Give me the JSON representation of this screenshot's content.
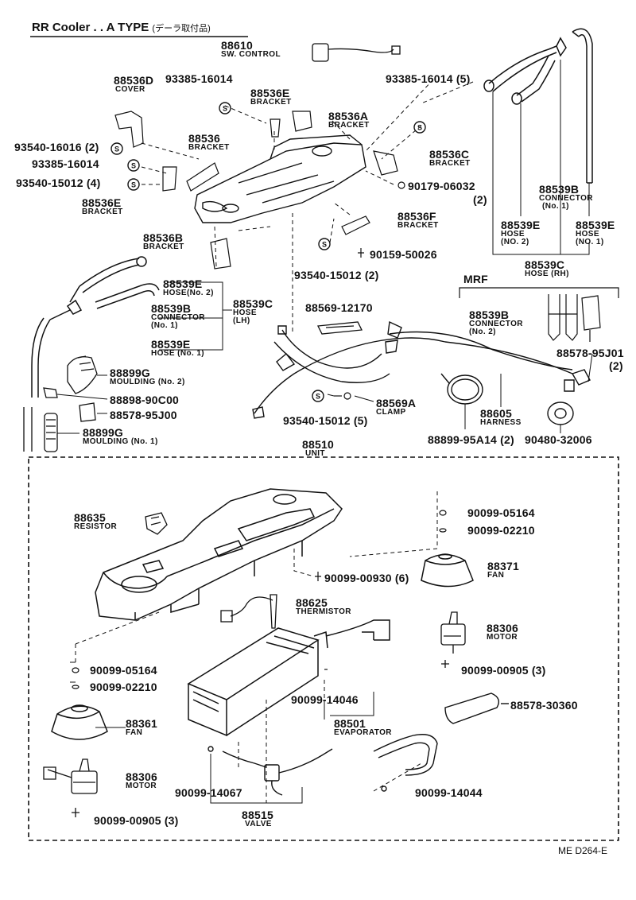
{
  "title": "RR Cooler . . A TYPE",
  "title_note": "(デーラ取付品)",
  "mrf_label": "MRF",
  "footer_code": "ME  D264-E",
  "s_mark": "S",
  "labels": {
    "l88610": {
      "pn": "88610",
      "name": "SW. CONTROL"
    },
    "l93385a": {
      "pn": "93385-16014"
    },
    "l88536E_top": {
      "pn": "88536E",
      "name": "BRACKET"
    },
    "l88536D": {
      "pn": "88536D",
      "name": "COVER"
    },
    "l88536A": {
      "pn": "88536A",
      "name": "BRACKET"
    },
    "l93385b": {
      "pn": "93385-16014 (5)"
    },
    "l93540a": {
      "pn": "93540-16016 (2)"
    },
    "l93385c": {
      "pn": "93385-16014"
    },
    "l93540b": {
      "pn": "93540-15012 (4)"
    },
    "l88536": {
      "pn": "88536",
      "name": "BRACKET"
    },
    "l88536C": {
      "pn": "88536C",
      "name": "BRACKET"
    },
    "l90179": {
      "pn": "90179-06032",
      "qty": "(2)"
    },
    "l88536E_left": {
      "pn": "88536E",
      "name": "BRACKET"
    },
    "l88536F": {
      "pn": "88536F",
      "name": "BRACKET"
    },
    "l88536B": {
      "pn": "88536B",
      "name": "BRACKET"
    },
    "l90159": {
      "pn": "90159-50026"
    },
    "l93540c": {
      "pn": "93540-15012 (2)"
    },
    "l88539B_r": {
      "pn": "88539B",
      "name": "CONNECTOR",
      "sub": "(No. 1)"
    },
    "l88539E_no2_r": {
      "pn": "88539E",
      "name": "HOSE",
      "sub": "(NO. 2)"
    },
    "l88539E_no1_r": {
      "pn": "88539E",
      "name": "HOSE",
      "sub": "(NO. 1)"
    },
    "l88539C_rh": {
      "pn": "88539C",
      "name": "HOSE (RH)"
    },
    "l88539E_no2_l": {
      "pn": "88539E",
      "name": "HOSE(No. 2)"
    },
    "l88539B_l": {
      "pn": "88539B",
      "name": "CONNECTOR",
      "sub": "(No. 1)"
    },
    "l88539C_lh": {
      "pn": "88539C",
      "name": "HOSE",
      "sub": "(LH)"
    },
    "l88539E_no1_l": {
      "pn": "88539E",
      "name": "HOSE (No. 1)"
    },
    "l88569": {
      "pn": "88569-12170"
    },
    "l88539B_mrf": {
      "pn": "88539B",
      "name": "CONNECTOR",
      "sub": "(No. 2)"
    },
    "l88578_95J01": {
      "pn": "88578-95J01",
      "qty": "(2)"
    },
    "l88899G_no2": {
      "pn": "88899G",
      "name": "MOULDING (No. 2)"
    },
    "l88898": {
      "pn": "88898-90C00"
    },
    "l88578_95J00": {
      "pn": "88578-95J00"
    },
    "l88899G_no1": {
      "pn": "88899G",
      "name": "MOULDING (No. 1)"
    },
    "l88569A": {
      "pn": "88569A",
      "name": "CLAMP"
    },
    "l93540d": {
      "pn": "93540-15012 (5)"
    },
    "l88605": {
      "pn": "88605",
      "name": "HARNESS"
    },
    "l88899_95A14": {
      "pn": "88899-95A14 (2)"
    },
    "l90480": {
      "pn": "90480-32006"
    },
    "l88510": {
      "pn": "88510",
      "name": "UNIT"
    },
    "l90099_05164a": {
      "pn": "90099-05164"
    },
    "l90099_02210a": {
      "pn": "90099-02210"
    },
    "l88635": {
      "pn": "88635",
      "name": "RESISTOR"
    },
    "l88371": {
      "pn": "88371",
      "name": "FAN"
    },
    "l90099_00930": {
      "pn": "90099-00930 (6)"
    },
    "l88625": {
      "pn": "88625",
      "name": "THERMISTOR"
    },
    "l88306_r": {
      "pn": "88306",
      "name": "MOTOR"
    },
    "l90099_05164b": {
      "pn": "90099-05164"
    },
    "l90099_02210b": {
      "pn": "90099-02210"
    },
    "l90099_00905a": {
      "pn": "90099-00905 (3)"
    },
    "l90099_14046": {
      "pn": "90099-14046"
    },
    "l88578_30360": {
      "pn": "88578-30360"
    },
    "l88361": {
      "pn": "88361",
      "name": "FAN"
    },
    "l88501": {
      "pn": "88501",
      "name": "EVAPORATOR"
    },
    "l88306_l": {
      "pn": "88306",
      "name": "MOTOR"
    },
    "l90099_14067": {
      "pn": "90099-14067"
    },
    "l90099_14044": {
      "pn": "90099-14044"
    },
    "l90099_00905b": {
      "pn": "90099-00905 (3)"
    },
    "l88515": {
      "pn": "88515",
      "name": "VALVE"
    }
  }
}
